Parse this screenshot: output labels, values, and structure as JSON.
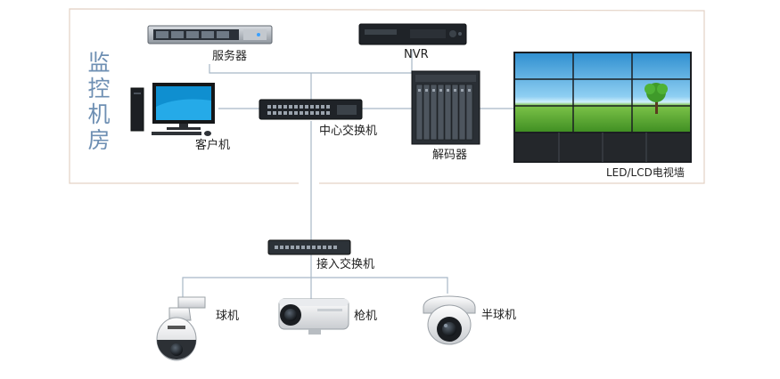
{
  "room": {
    "title_chars": [
      "监",
      "控",
      "机",
      "房"
    ]
  },
  "devices": {
    "server": "服务器",
    "nvr": "NVR",
    "client": "客户机",
    "core_switch": "中心交换机",
    "decoder": "解码器",
    "video_wall": "LED/LCD电视墙",
    "access_switch": "接入交换机",
    "dome_camera": "球机",
    "bullet_camera": "枪机",
    "turret_camera": "半球机"
  },
  "colors": {
    "room_border": "#e3d2c5",
    "line": "#a8b8c6",
    "title": "#6e8fb3",
    "rack_dark": "#1f2328",
    "sky": "#4aa3d8",
    "grass": "#5fb33c"
  }
}
